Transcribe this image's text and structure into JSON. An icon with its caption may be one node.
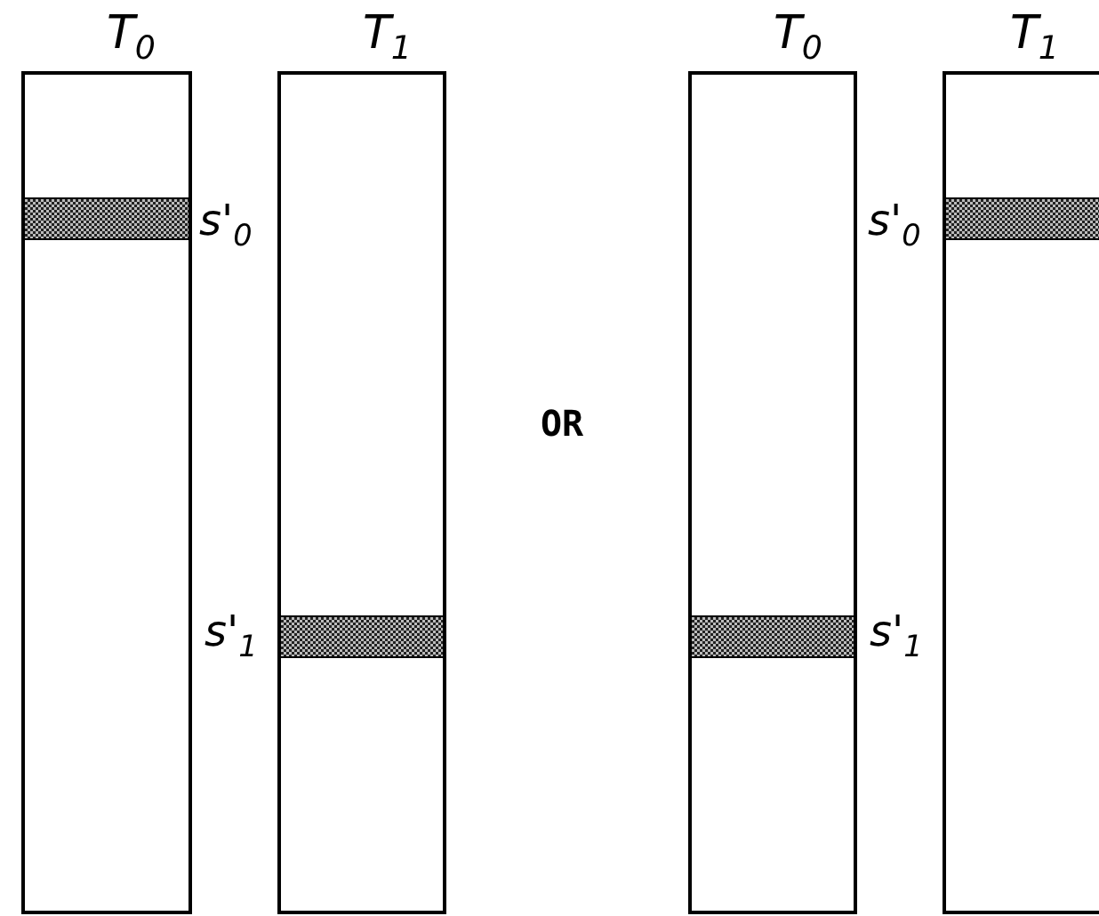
{
  "diagram": {
    "nodes": [
      {
        "text": [
          "T$_{0}$"
        ]
      },
      {
        "text": [],
        "shape": "bar",
        "in": 0,
        "beside": [
          "s'$_{0}$"
        ]
      },
      {
        "text": [
          "T$_{1}$"
        ]
      },
      {
        "text": [],
        "shape": "bar",
        "in": 2,
        "beside": [
          "s'$_{1}$"
        ]
      },
      {
        "text": [
          "T$_{0}$"
        ]
      },
      {
        "text": [],
        "shape": "bar",
        "in": 4,
        "beside": [
          "s'$_{1}$"
        ]
      },
      {
        "text": [
          "T$_{1}$"
        ]
      },
      {
        "text": [],
        "shape": "bar",
        "in": 6,
        "beside": [
          "s'$_{0}$"
        ]
      }
    ],
    "edges": [],
    "labels": [
      "OR"
    ]
  }
}
